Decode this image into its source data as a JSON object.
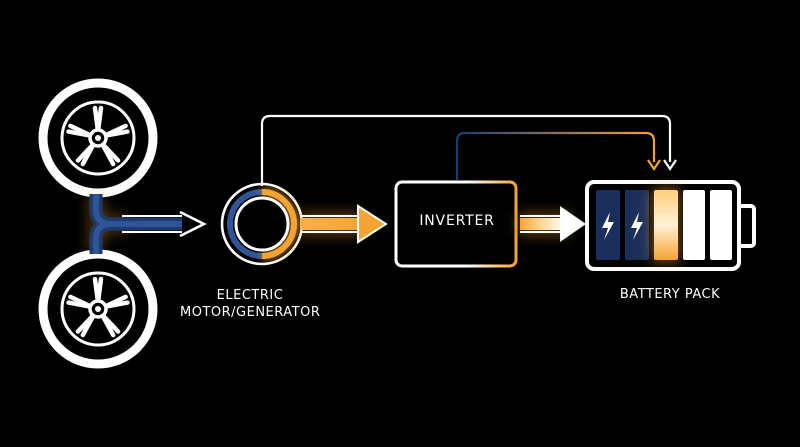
{
  "labels": {
    "motor_line1": "ELECTRIC",
    "motor_line2": "MOTOR/GENERATOR",
    "inverter": "INVERTER",
    "battery": "BATTERY PACK"
  },
  "colors": {
    "background": "#000000",
    "line": "#ffffff",
    "energy_orange": "#f5a332",
    "energy_navy": "#1e3a6e",
    "charged_cell": "#1a2f5c"
  },
  "icons": {
    "wheel": "wheel-icon",
    "bolt": "lightning-bolt-icon"
  }
}
